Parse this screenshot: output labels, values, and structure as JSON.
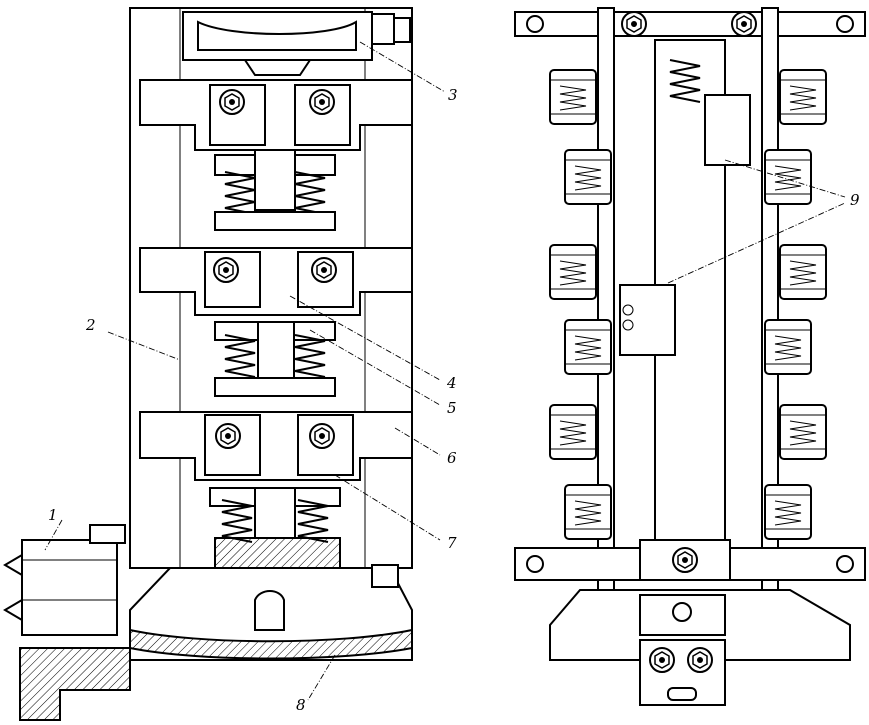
{
  "figure": {
    "callouts": [
      {
        "id": "c1",
        "text": "1"
      },
      {
        "id": "c2",
        "text": "2"
      },
      {
        "id": "c3",
        "text": "3"
      },
      {
        "id": "c4",
        "text": "4"
      },
      {
        "id": "c5",
        "text": "5"
      },
      {
        "id": "c6",
        "text": "6"
      },
      {
        "id": "c7",
        "text": "7"
      },
      {
        "id": "c8",
        "text": "8"
      },
      {
        "id": "c9",
        "text": "9"
      }
    ]
  }
}
